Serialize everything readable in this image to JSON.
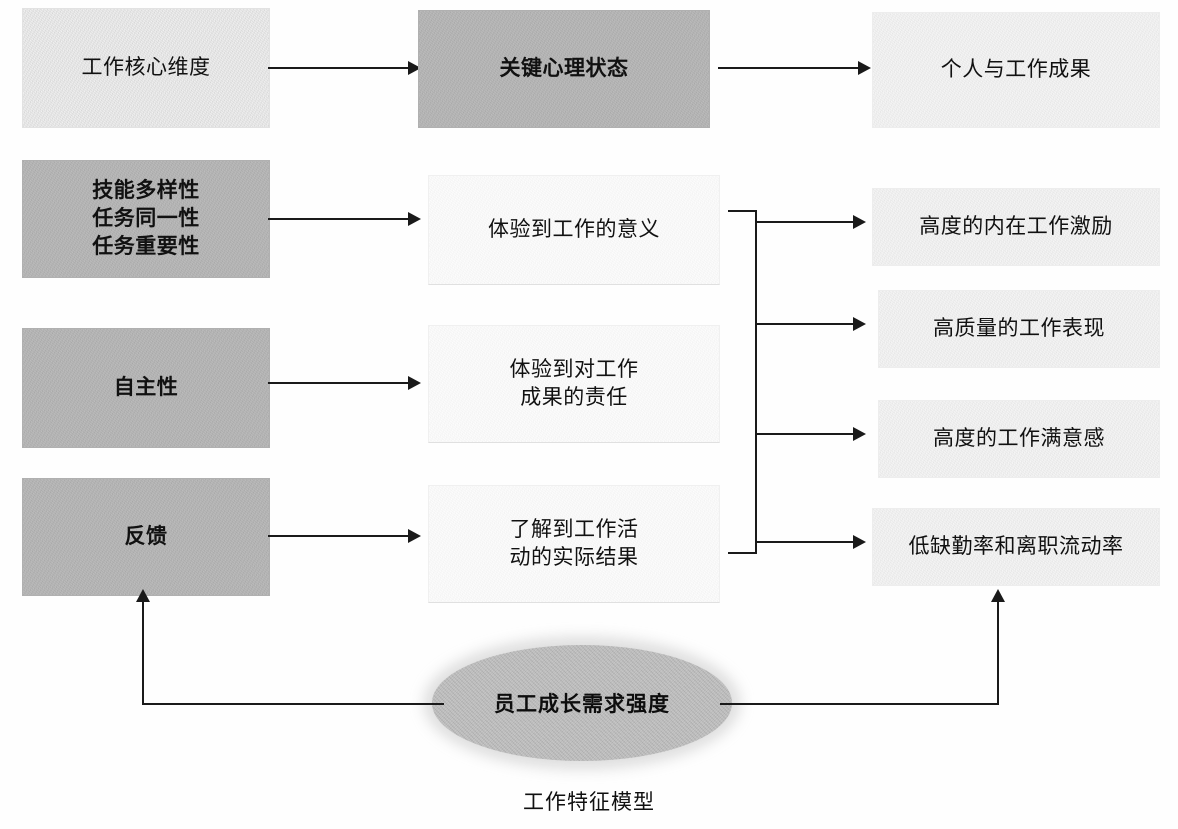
{
  "figure": {
    "caption": "工作特征模型",
    "colors": {
      "line": "#1a1a1a",
      "box_mid_gray": "#bdbdbd",
      "box_light_gray": "#f1f1f1",
      "box_faint": "#fdfdfd",
      "ellipse_gray": "#c6c6c6",
      "text": "#111111"
    }
  },
  "headers": {
    "core_dimensions": "工作核心维度",
    "psychological_states": "关键心理状态",
    "outcomes": "个人与工作成果"
  },
  "core_dimensions": [
    {
      "lines": [
        "技能多样性",
        "任务同一性",
        "任务重要性"
      ]
    },
    {
      "lines": [
        "自主性"
      ]
    },
    {
      "lines": [
        "反馈"
      ]
    }
  ],
  "psychological_states": [
    {
      "lines": [
        "体验到工作的意义"
      ]
    },
    {
      "lines": [
        "体验到对工作",
        "成果的责任"
      ]
    },
    {
      "lines": [
        "了解到工作活",
        "动的实际结果"
      ]
    }
  ],
  "outcomes": [
    {
      "label": "高度的内在工作激励"
    },
    {
      "label": "高质量的工作表现"
    },
    {
      "label": "高度的工作满意感"
    },
    {
      "label": "低缺勤率和离职流动率"
    }
  ],
  "moderator": {
    "label": "员工成长需求强度"
  }
}
